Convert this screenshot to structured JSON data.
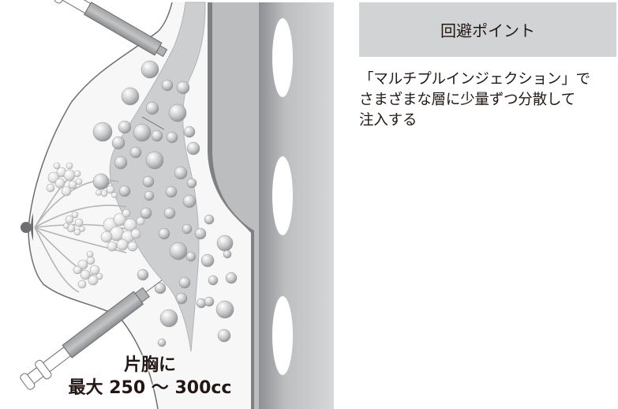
{
  "illustration": {
    "label_line1": "片胸に",
    "label_line2": "最大 250 〜 300cc",
    "elements": [
      "breast-outline",
      "mammary-gland",
      "fat-droplets",
      "syringe-upper",
      "syringe-lower",
      "pectoral-muscle",
      "rib-cage"
    ]
  },
  "panel": {
    "title": "回避ポイント",
    "body": "「マルチプルインジェクション」で\nさまざまな層に少量ずつ分散して\n注入する"
  },
  "colors": {
    "panel_header_bg": "#d2d3d5",
    "text": "#231815",
    "muscle": "#bcbdbf",
    "muscle_edge": "#7f8083",
    "tissue_bg": "#f7f7f7",
    "gland": "#cdced0"
  }
}
